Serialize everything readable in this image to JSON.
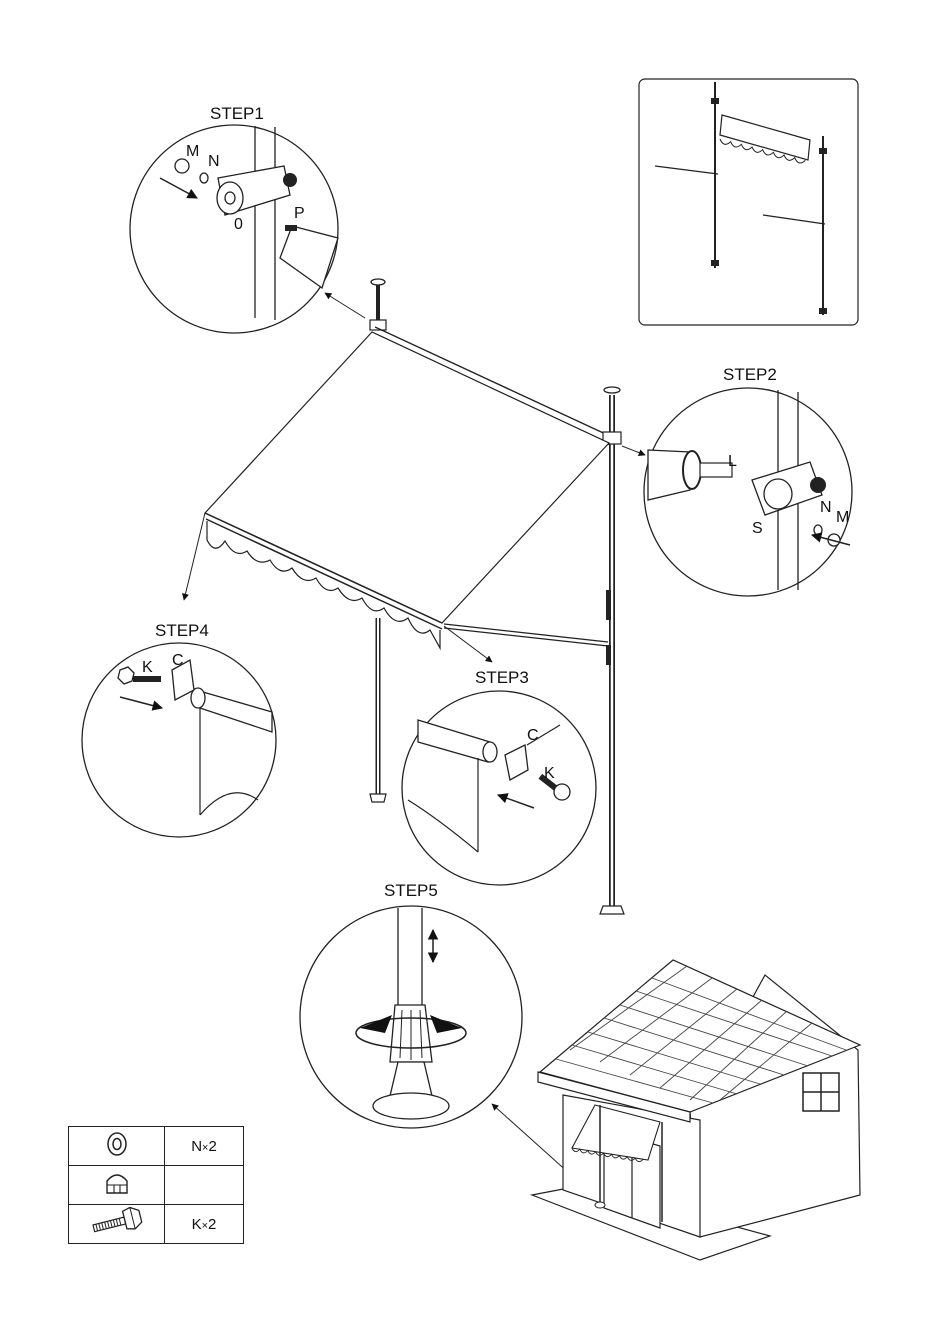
{
  "steps": {
    "step1": "STEP1",
    "step2": "STEP2",
    "step3": "STEP3",
    "step4": "STEP4",
    "step5": "STEP5"
  },
  "part_labels": {
    "m": "M",
    "n": "N",
    "zero": "0",
    "p": "P",
    "l": "L",
    "s": "S",
    "c": "C",
    "k": "K"
  },
  "parts_table": {
    "rows": [
      {
        "icon": "washer-icon",
        "part": "N",
        "times": "×",
        "count": "2"
      },
      {
        "icon": "cap-nut-icon",
        "part": "",
        "times": "",
        "count": ""
      },
      {
        "icon": "bolt-icon",
        "part": "K",
        "times": "×",
        "count": "2"
      }
    ]
  }
}
